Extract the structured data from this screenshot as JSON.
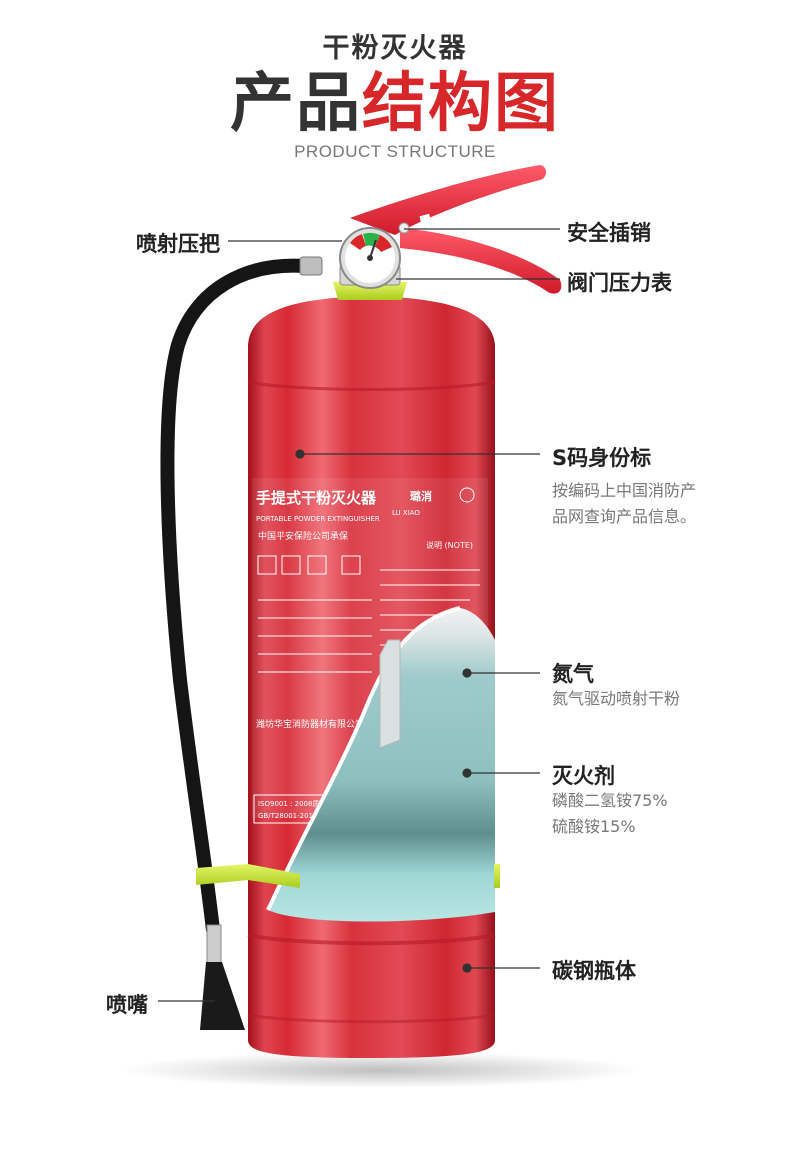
{
  "header": {
    "subtitle": "干粉灭火器",
    "title_dark": "产品",
    "title_red": "结构图",
    "title_en": "PRODUCT STRUCTURE"
  },
  "labels": {
    "spray_handle": "喷射压把",
    "safety_pin": "安全插销",
    "pressure_gauge": "阀门压力表",
    "s_code": "S码身份标",
    "s_code_desc_1": "按编码上中国消防产",
    "s_code_desc_2": "品网查询产品信息。",
    "nitrogen": "氮气",
    "nitrogen_desc": "氮气驱动喷射干粉",
    "agent": "灭火剂",
    "agent_desc_1": "磷酸二氢铵75%",
    "agent_desc_2": "硫酸铵15%",
    "body": "碳钢瓶体",
    "nozzle": "喷嘴"
  },
  "product_label": {
    "name_cn": "手提式干粉灭火器",
    "name_en": "PORTABLE POWDER EXTINGUISHER",
    "insurance": "中国平安保险公司承保",
    "brand_cn": "璐消",
    "brand_en": "LU XIAO",
    "note": "说明 (NOTE)",
    "maker": "潍坊华宝消防器材有限公司",
    "iso": "ISO9001 : 2008质量管",
    "gb": "GB/T28001-2011/"
  },
  "colors": {
    "accent_red": "#d8272a",
    "cylinder_red": "#d92b37",
    "hose_black": "#151515",
    "bracket_green": "#c8e83a",
    "text_dark": "#222222",
    "text_gray": "#777777"
  },
  "icons": {
    "gauge": "pressure-gauge-icon",
    "cert": "ccc-cert-icon"
  }
}
